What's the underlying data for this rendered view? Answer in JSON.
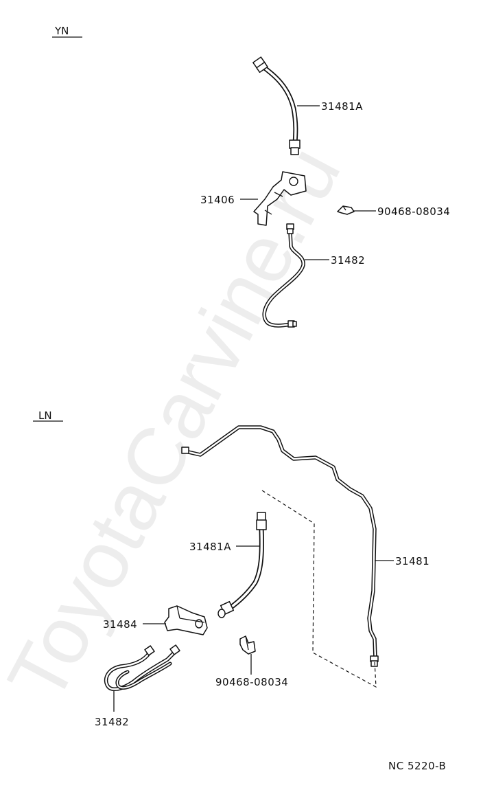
{
  "watermark": "ToyotaCarvine.ru",
  "sections": [
    {
      "id": "yn",
      "label": "YN",
      "callouts": [
        {
          "id": "hose",
          "text": "31481A"
        },
        {
          "id": "bracket",
          "text": "31406"
        },
        {
          "id": "clip",
          "text": "90468-08034"
        },
        {
          "id": "tube",
          "text": "31482"
        }
      ]
    },
    {
      "id": "ln",
      "label": "LN",
      "callouts": [
        {
          "id": "long-tube",
          "text": "31481"
        },
        {
          "id": "hose",
          "text": "31481A"
        },
        {
          "id": "bracket",
          "text": "31484"
        },
        {
          "id": "clip",
          "text": "90468-08034"
        },
        {
          "id": "tube",
          "text": "31482"
        }
      ]
    }
  ],
  "diagram_code": "NC 5220-B"
}
